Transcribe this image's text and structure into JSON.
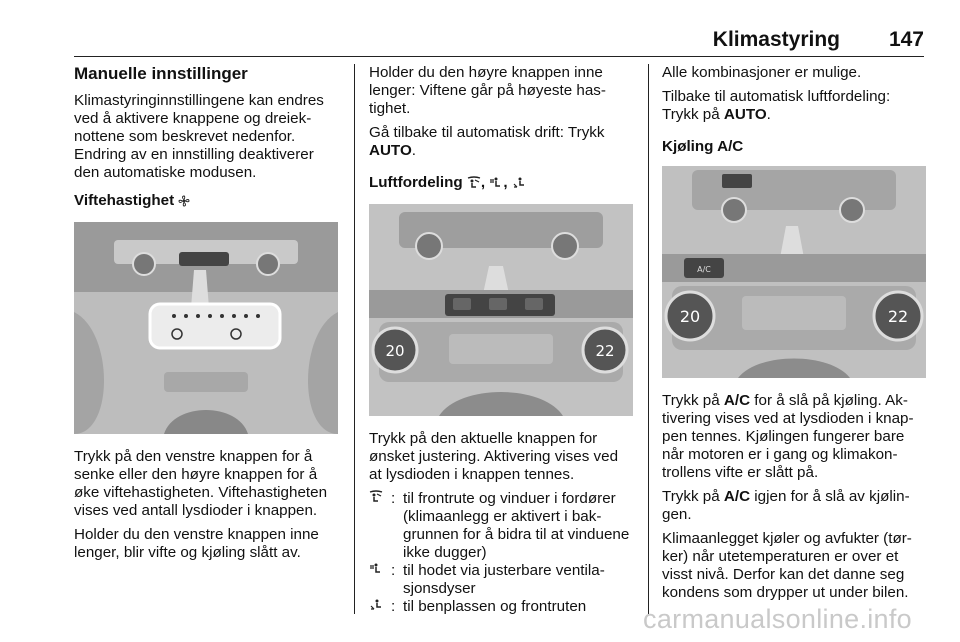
{
  "header": {
    "title": "Klimastyring",
    "page_number": "147"
  },
  "col1": {
    "heading": "Manuelle innstillinger",
    "intro": "Klimastyringinnstillingene kan endres ved å aktivere knappene og dreiek­nottene som beskrevet nedenfor. Endring av en innstilling deaktiverer den automatiske modusen.",
    "fan_heading": "Viftehastighet",
    "para1": "Trykk på den venstre knappen for å senke eller den høyre knappen for å øke viftehastigheten. Viftehastighe­ten vises ved antall lysdioder i knap­pen.",
    "para2": "Holder du den venstre knappen inne lenger, blir vifte og kjøling slått av."
  },
  "col2": {
    "para1": "Holder du den høyre knappen inne lenger: Viftene går på høyeste has­tighet.",
    "para2_pre": "Gå tilbake til automatisk drift: Trykk",
    "para2_bold": "AUTO",
    "para2_post": ".",
    "airflow_heading": "Luftfordeling",
    "image_labels": {
      "left_temp": "20",
      "right_temp": "22"
    },
    "para3": "Trykk på den aktuelle knappen for ønsket justering. Aktivering vises ved at lysdioden i knappen tennes.",
    "items": [
      {
        "icon": "windscreen-airflow-icon",
        "text": "til frontrute og vinduer i fordører (klimaanlegg er aktivert i bak­grunnen for å bidra til at vin­duene ikke dugger)"
      },
      {
        "icon": "head-airflow-icon",
        "text": "til hodet via justerbare ventila­sjonsdyser"
      },
      {
        "icon": "foot-airflow-icon",
        "text": "til benplassen og frontruten"
      }
    ]
  },
  "col3": {
    "para1": "Alle kombinasjoner er mulige.",
    "para2_pre": "Tilbake til automatisk luftfordeling: Trykk på",
    "para2_bold": "AUTO",
    "para2_post": ".",
    "ac_heading": "Kjøling A/C",
    "image_labels": {
      "ac": "A/C",
      "left_temp": "20",
      "right_temp": "22"
    },
    "para3_pre": "Trykk på",
    "para3_bold": "A/C",
    "para3_post": "for å slå på kjøling. Ak­tivering vises ved at lysdioden i knap­pen tennes. Kjølingen fungerer bare når motoren er i gang og klimakon­trollens vifte er slått på.",
    "para4_pre": "Trykk på",
    "para4_bold": "A/C",
    "para4_post": "igjen for å slå av kjølin­gen.",
    "para5": "Klimaanlegget kjøler og avfukter (tør­ker) når utetemperaturen er over et visst nivå. Derfor kan det danne seg kondens som drypper ut under bilen."
  },
  "watermark": "carmanualsonline.info"
}
